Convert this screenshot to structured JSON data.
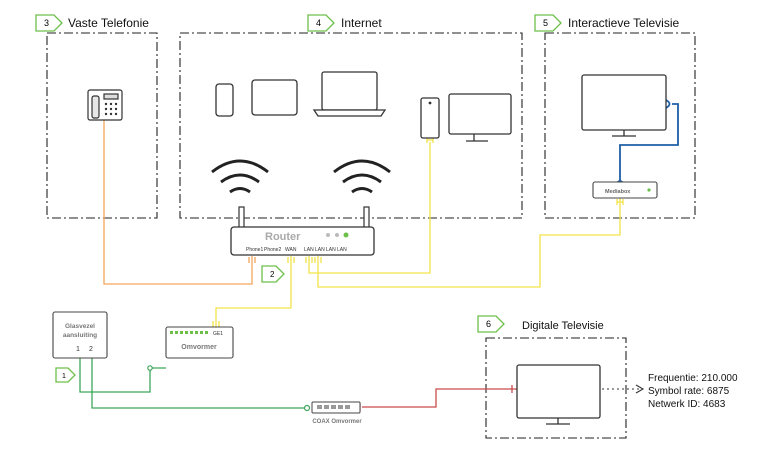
{
  "sections": {
    "vaste": {
      "num": "3",
      "label": "Vaste Telefonie"
    },
    "internet": {
      "num": "4",
      "label": "Internet"
    },
    "itv": {
      "num": "5",
      "label": "Interactieve Televisie"
    },
    "dtv": {
      "num": "6",
      "label": "Digitale Televisie"
    }
  },
  "markers": {
    "router": "2",
    "glasvezel": "1"
  },
  "router": {
    "title": "Router",
    "ports": [
      "Phone1",
      "Phone2",
      "WAN",
      "LAN",
      "LAN",
      "LAN",
      "LAN"
    ]
  },
  "mediabox": {
    "label": "Mediabox"
  },
  "glasvezel": {
    "line1": "Glasvezel",
    "line2": "aansluiting",
    "port1": "1",
    "port2": "2"
  },
  "omvormer": {
    "label": "Omvormer",
    "port": "GE1"
  },
  "coax": {
    "label": "COAX Omvormer"
  },
  "dtv_info": {
    "lines": [
      "Frequentie: 210.000",
      "Symbol rate: 6875",
      "Netwerk ID: 4683"
    ]
  },
  "colors": {
    "orange": "#f5a85a",
    "yellow": "#f2e34a",
    "green": "#3fa65a",
    "red": "#c94a4a",
    "blue": "#1f5fa8",
    "marker": "#6cc04a"
  }
}
